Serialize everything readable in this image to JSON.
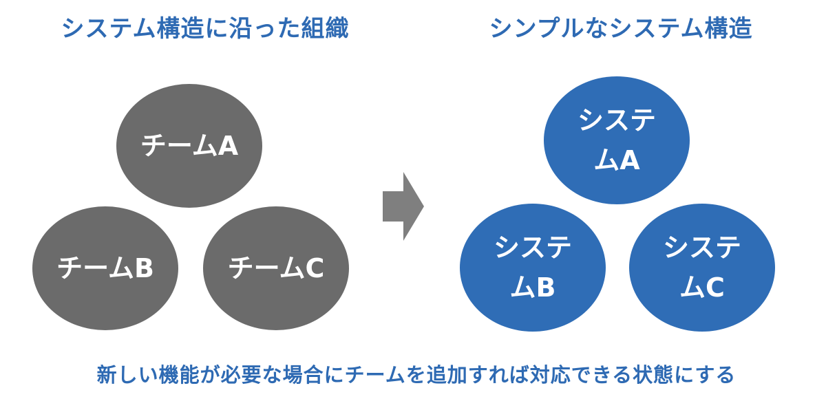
{
  "headings": {
    "left": "システム構造に沿った組織",
    "right": "シンプルなシステム構造"
  },
  "teams": [
    {
      "label": "チームA"
    },
    {
      "label": "チームB"
    },
    {
      "label": "チームC"
    }
  ],
  "systems": [
    {
      "label": "システムA"
    },
    {
      "label": "システムB"
    },
    {
      "label": "システムC"
    }
  ],
  "caption": "新しい機能が必要な場合にチームを追加すれば対応できる状態にする",
  "colors": {
    "heading_text": "#2e6ab3",
    "team_fill": "#6b6b6b",
    "system_fill": "#2f6db6",
    "arrow_fill": "#7f7f7f",
    "node_text": "#ffffff"
  },
  "icons": {
    "arrow": "right-arrow-icon"
  }
}
